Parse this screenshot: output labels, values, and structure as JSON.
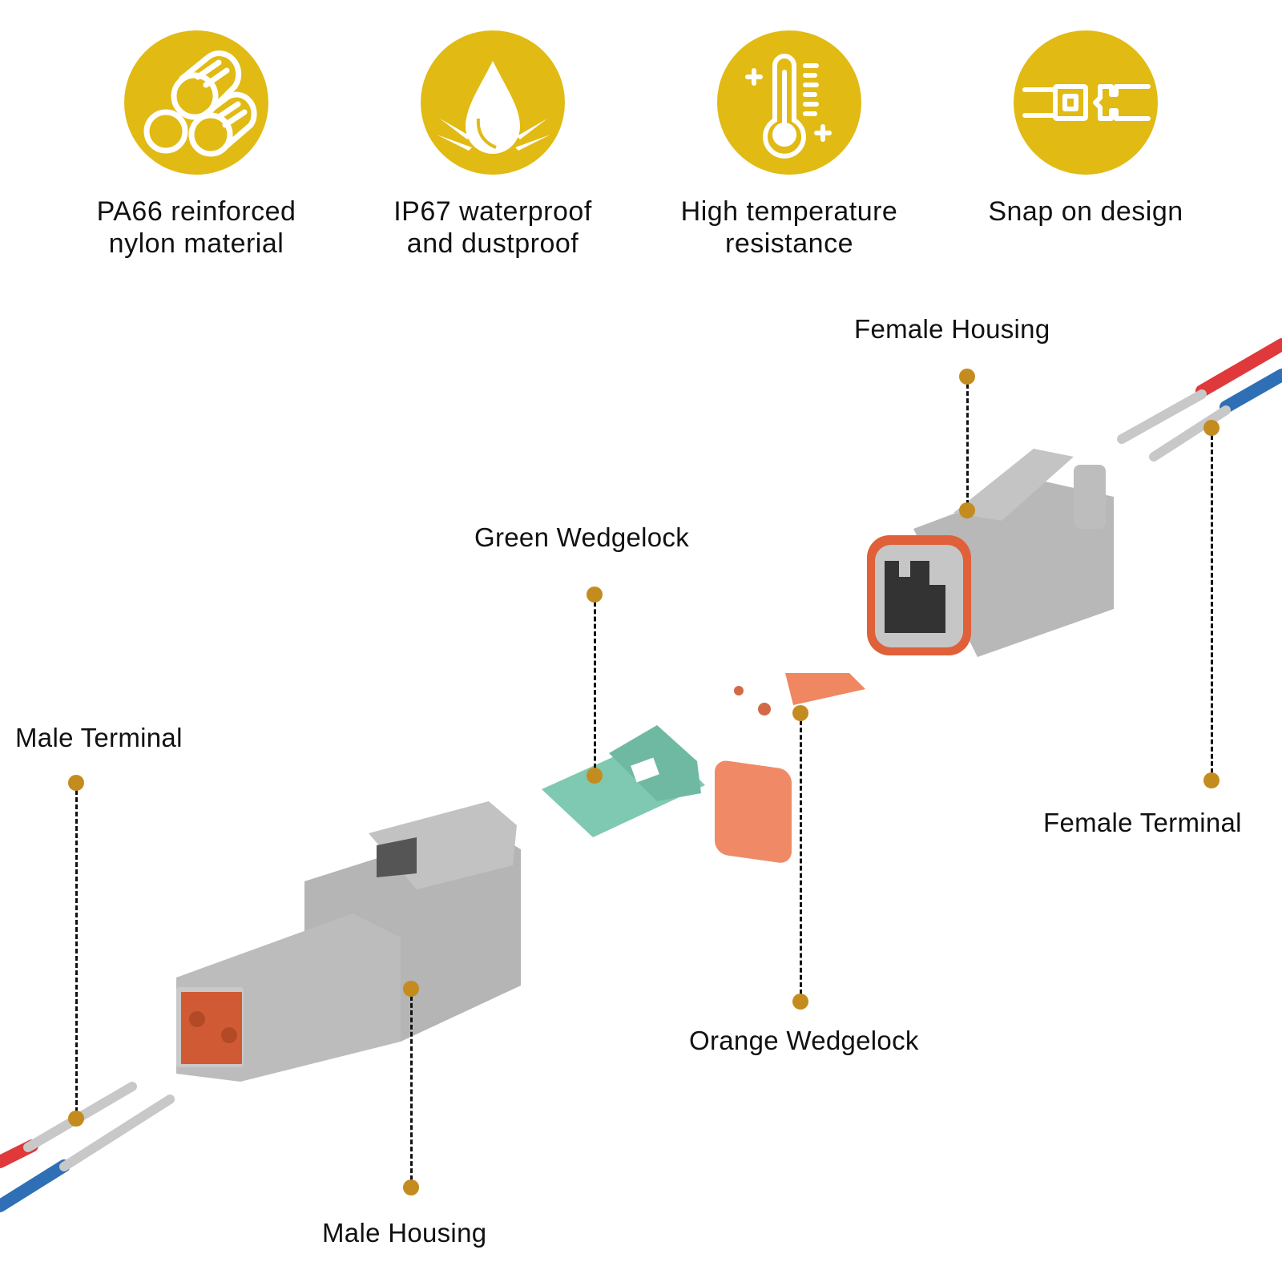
{
  "features": [
    {
      "icon": "nylon-rods-icon",
      "line1": "PA66 reinforced",
      "line2": "nylon material"
    },
    {
      "icon": "water-drop-icon",
      "line1": "IP67 waterproof",
      "line2": "and dustproof"
    },
    {
      "icon": "thermometer-icon",
      "line1": "High temperature",
      "line2": "resistance"
    },
    {
      "icon": "snap-connector-icon",
      "line1": "Snap on design",
      "line2": ""
    }
  ],
  "callouts": {
    "female_housing": "Female Housing",
    "green_wedgelock": "Green Wedgelock",
    "male_terminal": "Male Terminal",
    "female_terminal": "Female Terminal",
    "orange_wedgelock": "Orange Wedgelock",
    "male_housing": "Male Housing"
  },
  "colors": {
    "accent_gold": "#e1ba14",
    "callout_dot": "#c48b1f",
    "housing_gray": "#b3b3b3",
    "seal_orange": "#e0603a",
    "green_wedgelock": "#7fc8b1",
    "orange_wedgelock": "#f08a66",
    "wire_red": "#e0393b",
    "wire_blue": "#2f6fb5"
  }
}
